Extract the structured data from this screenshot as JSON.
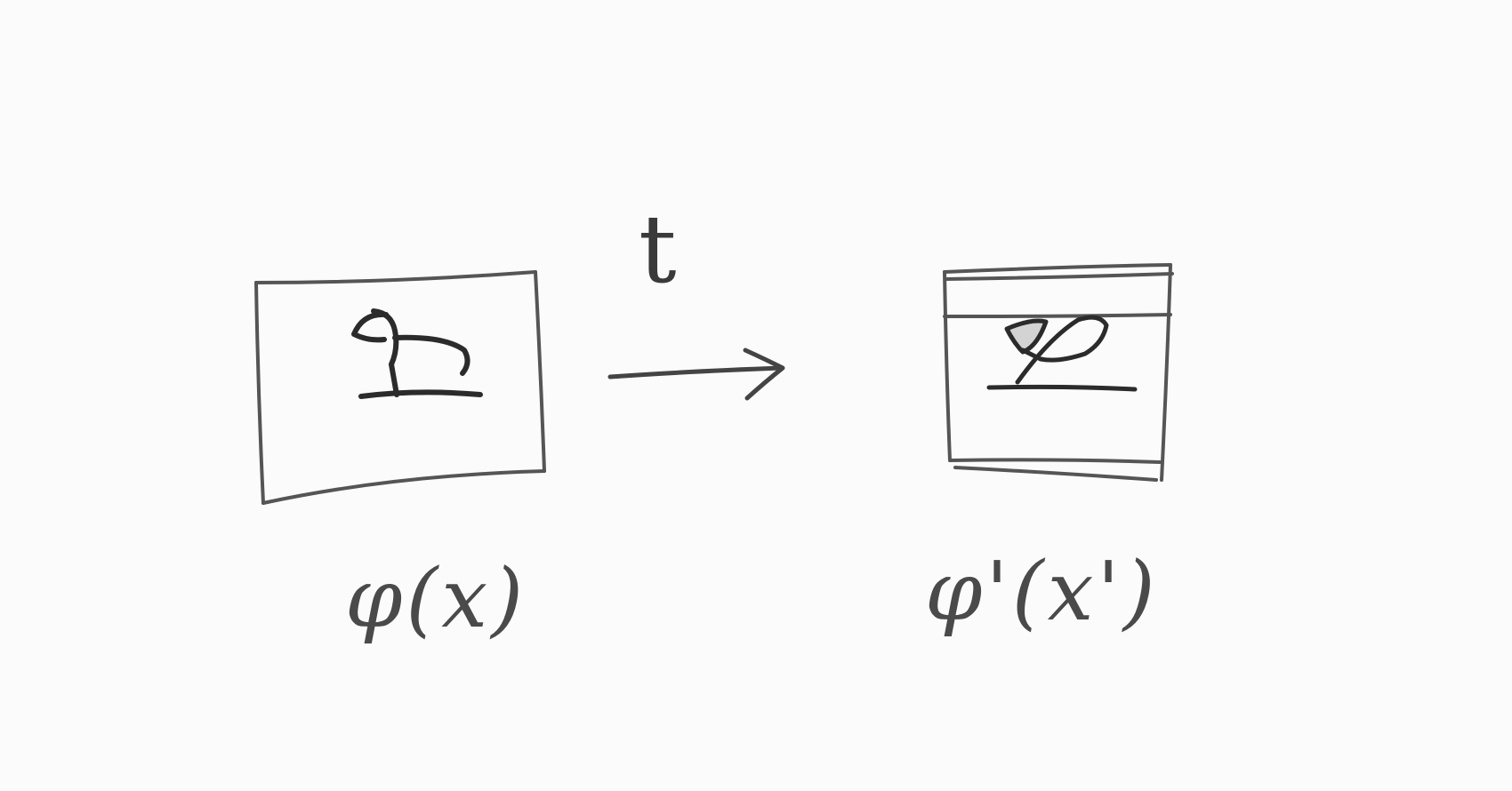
{
  "diagram": {
    "arrow_label": "t",
    "left_label": "φ(x)",
    "right_label": "φ'(x')",
    "stroke_color": "#4a4a4a",
    "ink_color": "#2b2b2b",
    "background_color": "#fbfbfb"
  }
}
